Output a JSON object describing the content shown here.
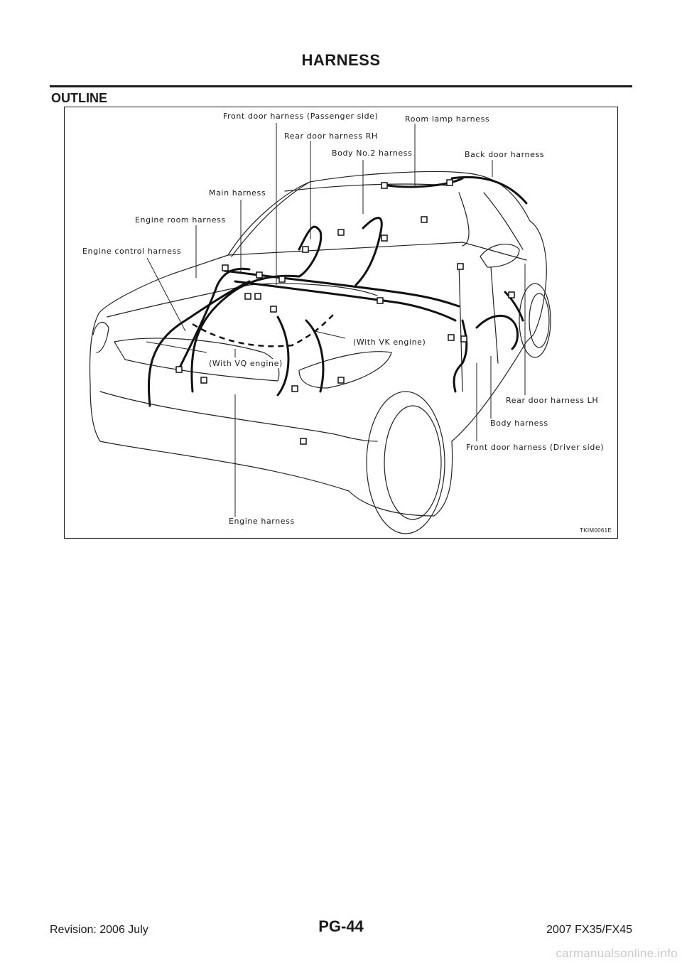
{
  "header": {
    "title": "HARNESS"
  },
  "section": {
    "title": "OUTLINE"
  },
  "figure": {
    "code": "TKIM0061E",
    "labels": {
      "front_door_passenger": "Front door harness (Passenger side)",
      "room_lamp": "Room lamp harness",
      "rear_door_rh": "Rear door harness RH",
      "body_no2": "Body No.2 harness",
      "back_door": "Back door harness",
      "main": "Main harness",
      "engine_room": "Engine room harness",
      "engine_control": "Engine control harness",
      "with_vk": "(With VK engine)",
      "with_vq": "(With VQ engine)",
      "rear_door_lh": "Rear door harness LH",
      "body": "Body harness",
      "front_door_driver": "Front door harness (Driver side)",
      "engine": "Engine harness"
    }
  },
  "footer": {
    "revision": "Revision: 2006 July",
    "page": "PG-44",
    "model": "2007 FX35/FX45"
  },
  "watermark": "carmanualsonline.info"
}
